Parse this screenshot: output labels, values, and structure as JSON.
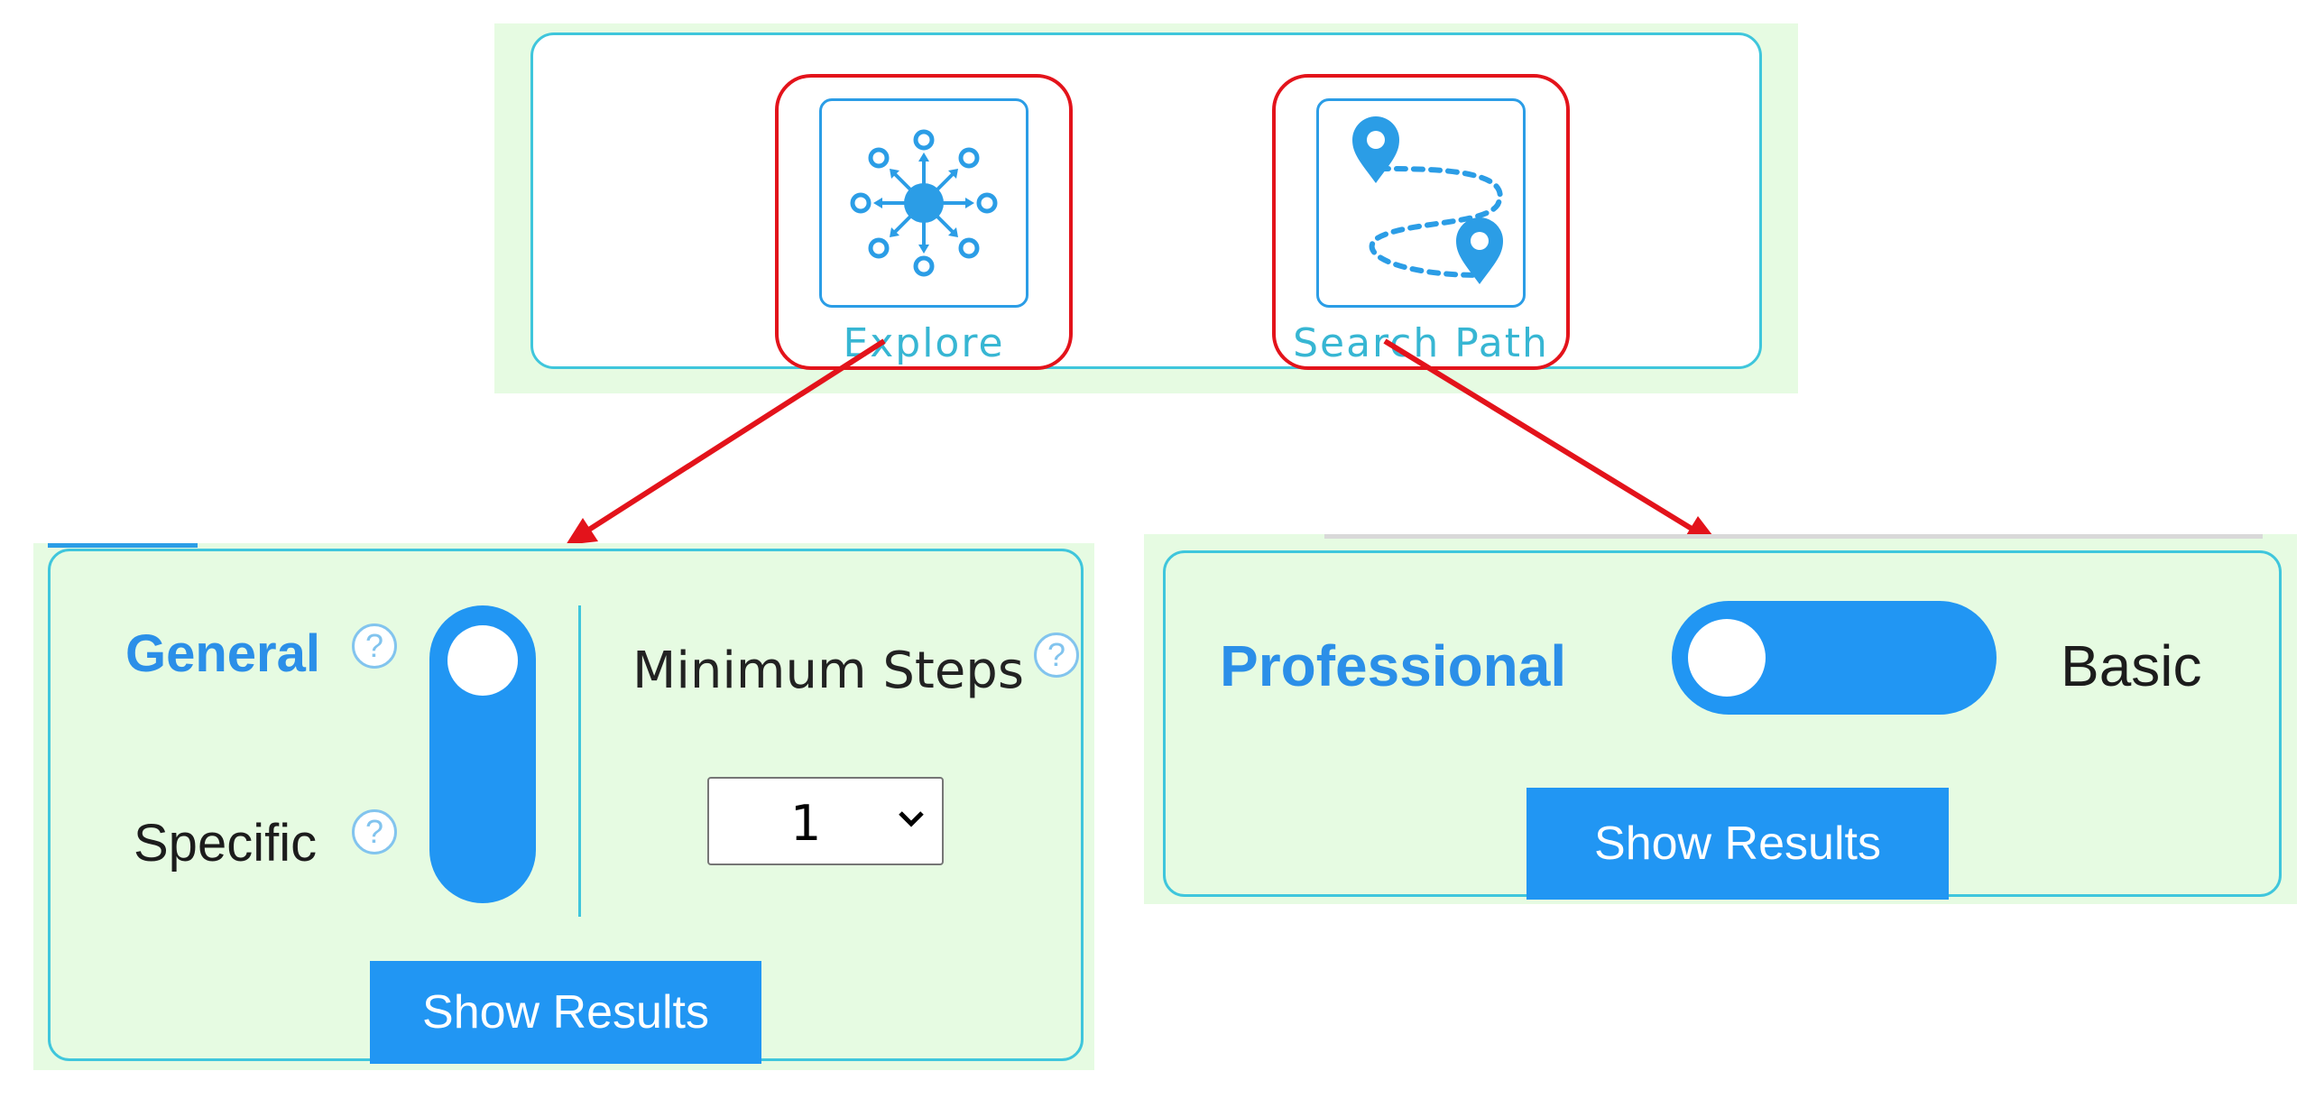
{
  "modes": {
    "explore": {
      "label": "Explore",
      "icon": "explore-network-icon"
    },
    "search_path": {
      "label": "Search Path",
      "icon": "route-pins-icon"
    }
  },
  "explore_panel": {
    "option_general": "General",
    "option_specific": "Specific",
    "help_glyph": "?",
    "toggle_state": "General",
    "min_steps_label": "Minimum Steps",
    "min_steps_value": "1",
    "show_results": "Show Results"
  },
  "search_path_panel": {
    "option_professional": "Professional",
    "option_basic": "Basic",
    "toggle_state": "Professional",
    "show_results": "Show Results"
  },
  "colors": {
    "accent": "#2196f3",
    "panel_bg": "#e6fbe2",
    "border": "#3fc6dc",
    "highlight": "#e3131b",
    "label_cyan": "#37b6d3"
  }
}
